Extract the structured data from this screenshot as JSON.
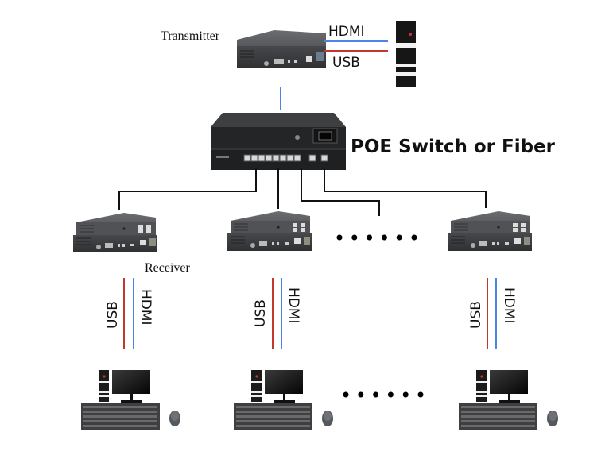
{
  "diagram": {
    "title": "HDMI KVM extender over IP network topology",
    "transmitter": {
      "label": "Transmitter",
      "links": [
        {
          "label": "HDMI",
          "color": "#4a86e8"
        },
        {
          "label": "USB",
          "color": "#c0392b"
        }
      ]
    },
    "switch": {
      "label": "POE Switch or Fiber"
    },
    "receivers": [
      {
        "label": "Receiver",
        "usb_label": "USB",
        "hdmi_label": "HDMI"
      },
      {
        "label": "",
        "usb_label": "USB",
        "hdmi_label": "HDMI"
      },
      {
        "label": "",
        "usb_label": "USB",
        "hdmi_label": "HDMI"
      }
    ],
    "ellipsis_dots": 6,
    "colors": {
      "hdmi": "#4a86e8",
      "usb": "#c0392b",
      "network": "#111111",
      "uplink": "#4a86e8",
      "device": "#3a3b3d"
    }
  }
}
